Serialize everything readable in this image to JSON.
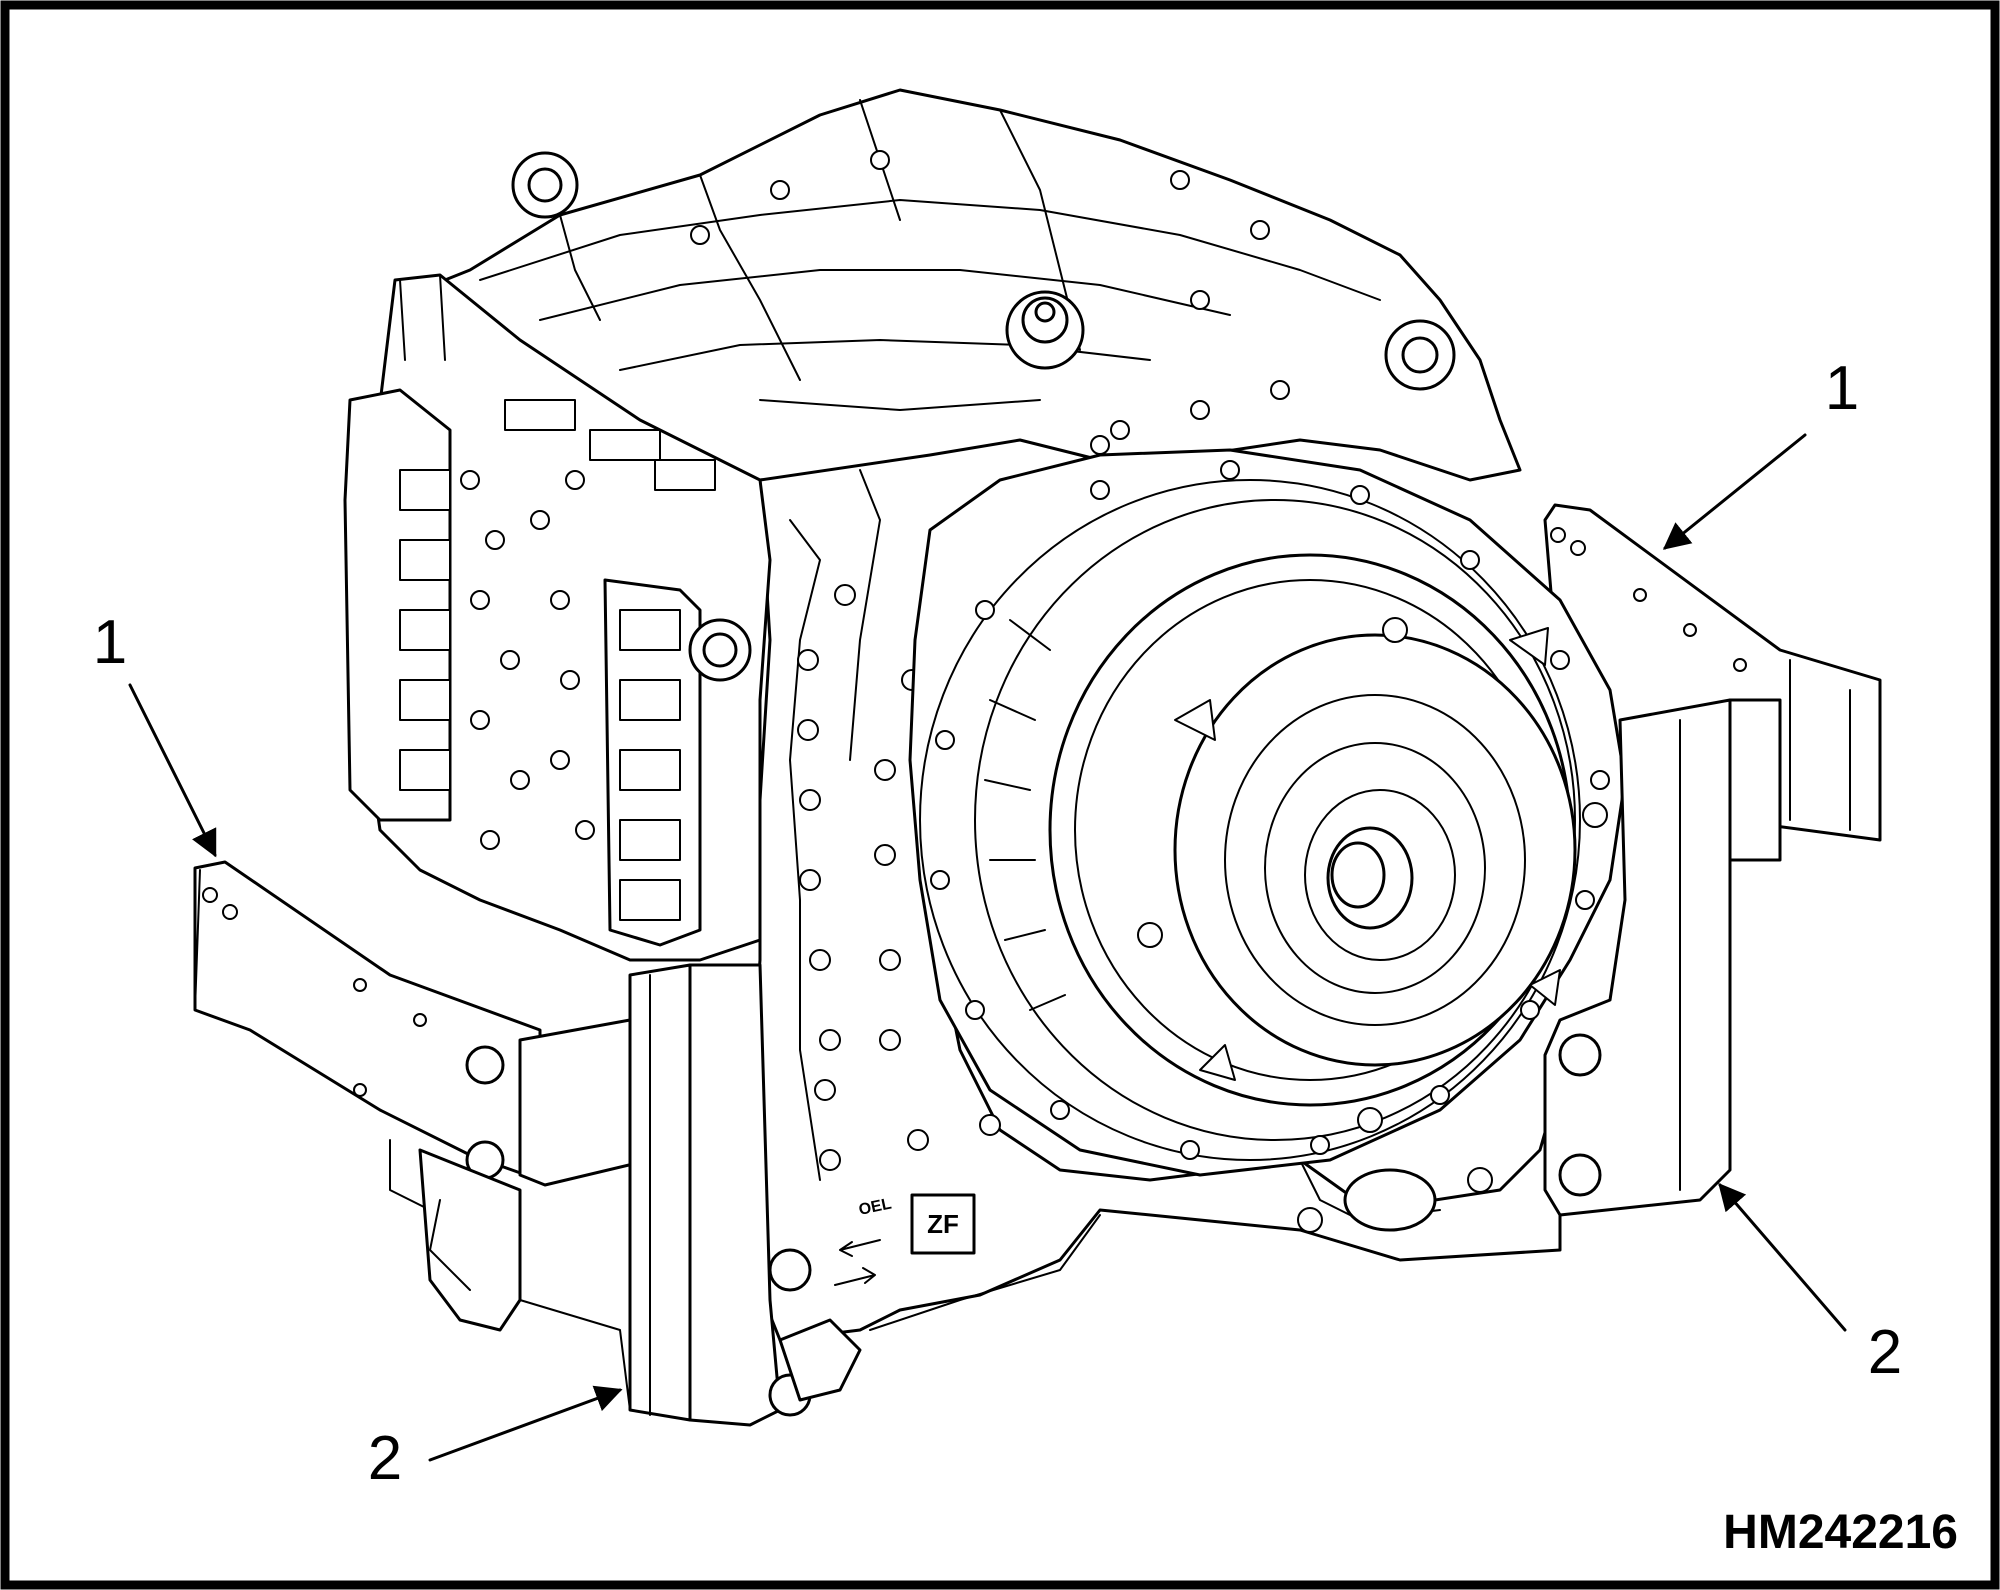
{
  "figure": {
    "code": "HM242216",
    "border_color": "#000000",
    "line_color": "#000000",
    "background": "#ffffff"
  },
  "callouts": {
    "left_upper": "1",
    "right_upper": "1",
    "left_lower": "2",
    "right_lower": "2"
  },
  "plate": {
    "text": "OEL"
  }
}
